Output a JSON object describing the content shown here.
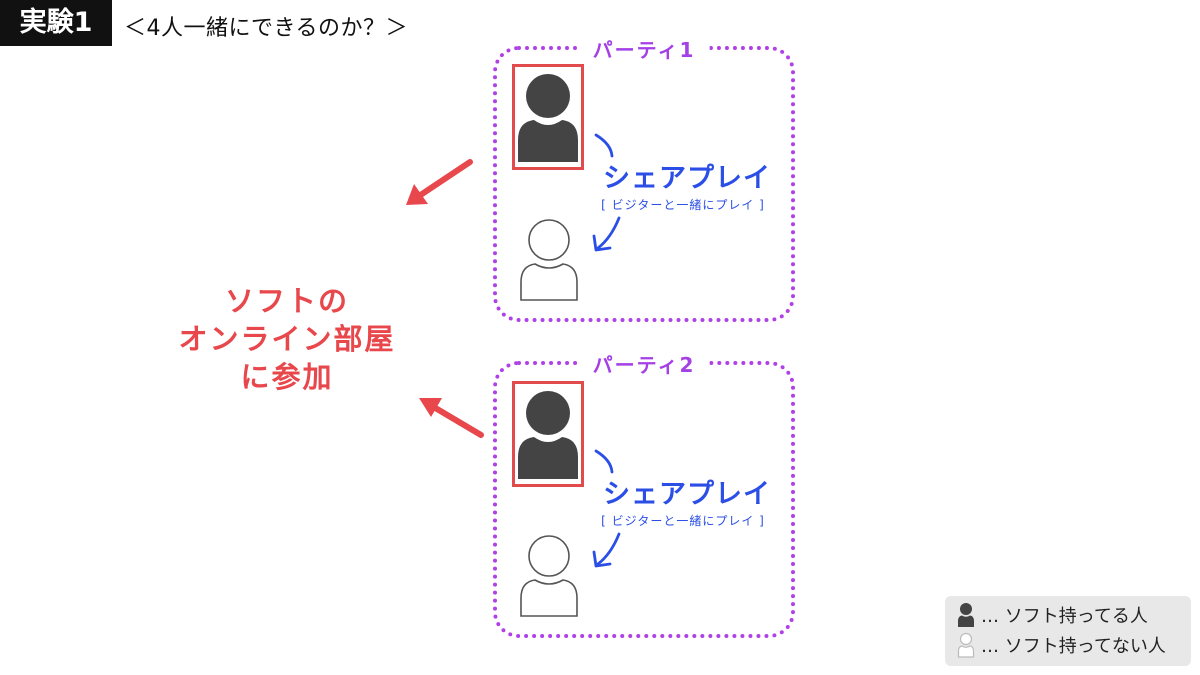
{
  "header": {
    "tag": "実験1",
    "subtitle": "＜4人一緒にできるのか？＞"
  },
  "main_label": {
    "line1": "ソフトの",
    "line2": "オンライン部屋",
    "line3": "に参加"
  },
  "parties": [
    {
      "label": "パーティ1",
      "share_title": "シェアプレイ",
      "share_sub": "[ ビジターと一緒にプレイ ]"
    },
    {
      "label": "パーティ2",
      "share_title": "シェアプレイ",
      "share_sub": "[ ビジターと一緒にプレイ ]"
    }
  ],
  "legend": {
    "owner_text": "… ソフト持ってる人",
    "non_owner_text": "… ソフト持ってない人"
  },
  "colors": {
    "party_border": "#b040e8",
    "owner_highlight": "#e24b4b",
    "share_blue": "#2b4fe6",
    "main_red": "#e8474c",
    "owner_fill": "#444444"
  }
}
